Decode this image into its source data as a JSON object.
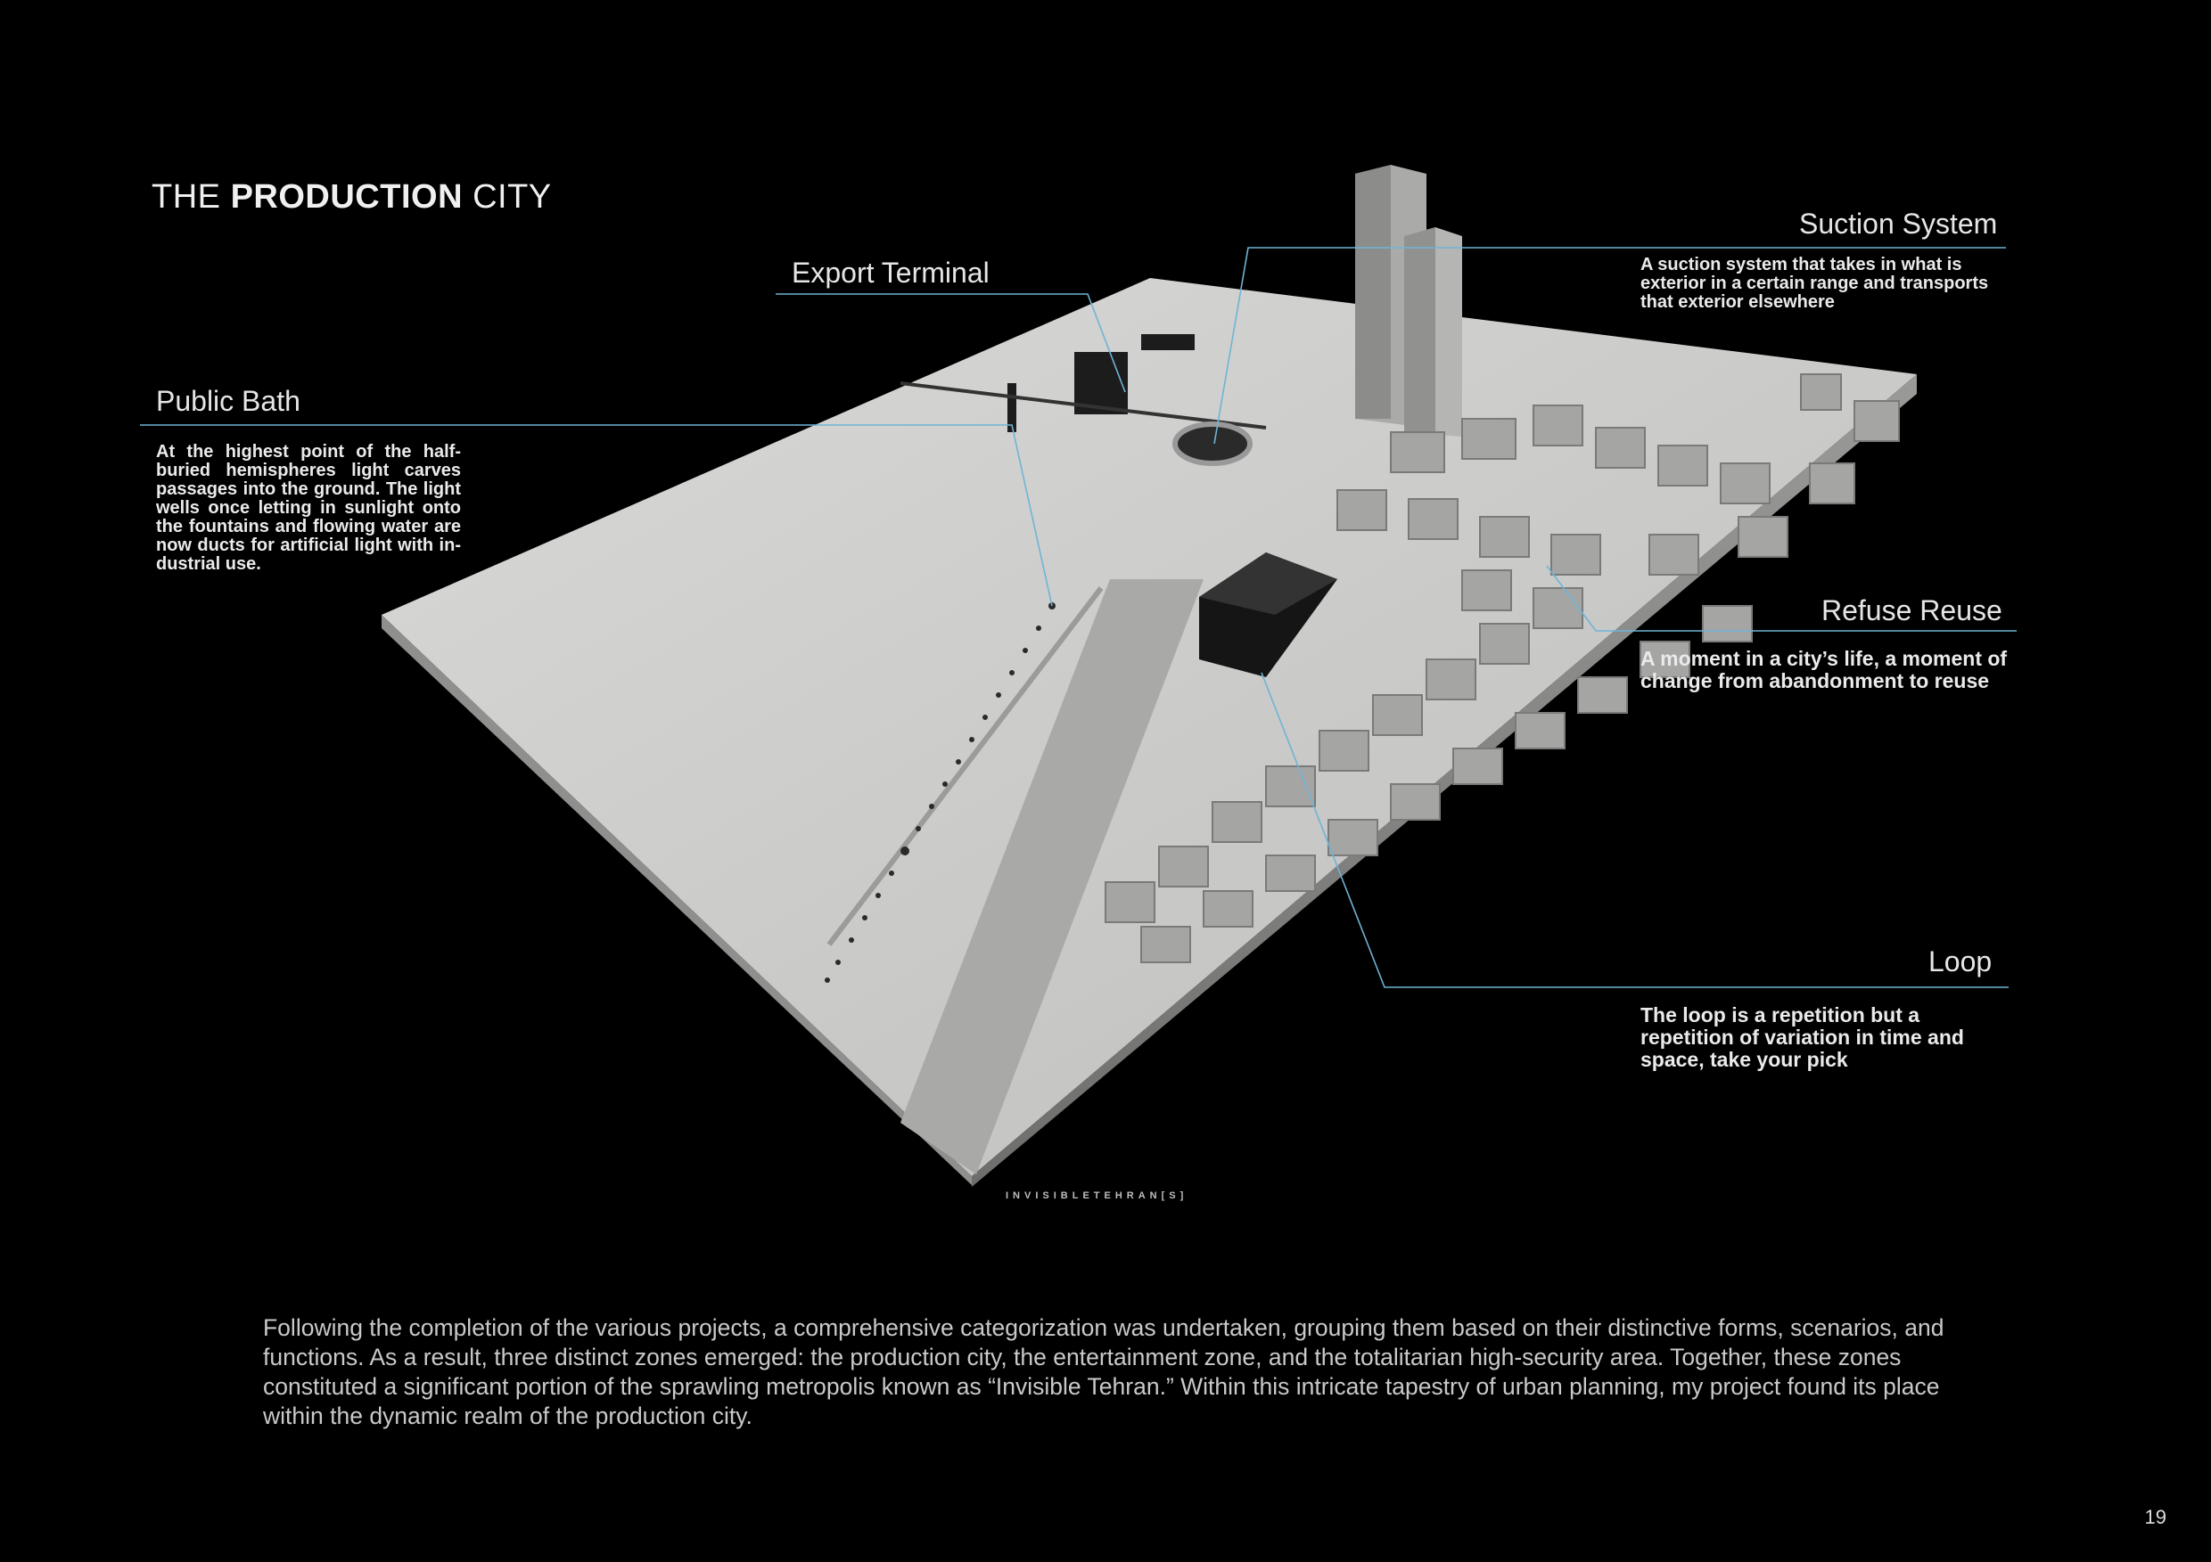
{
  "title": {
    "prefix": "THE ",
    "bold": "PRODUCTION",
    "suffix": " CITY"
  },
  "callouts": {
    "export_terminal": {
      "title": "Export Terminal"
    },
    "public_bath": {
      "title": "Public Bath",
      "desc": "At the highest point of the half-buried hemispheres light carves passages into the ground. The light wells once letting in sunlight onto the fountains and flowing water are now ducts for artificial light with in-dustrial use."
    },
    "suction_system": {
      "title": "Suction System",
      "desc": "A suction system that takes in what is exterior in a certain range and transports that exterior elsewhere"
    },
    "refuse_reuse": {
      "title": "Refuse Reuse",
      "desc": "A moment in a city’s life, a moment of change from abandonment to reuse"
    },
    "loop": {
      "title": "Loop",
      "desc": "The loop is a repetition but a repetition of variation in time and space, take your pick"
    }
  },
  "watermark": "INVISIBLETEHRAN[S]",
  "body": "Following the completion of the various projects, a comprehensive categorization was undertaken, grouping them based on their distinctive forms, scenarios, and functions. As a result, three distinct zones emerged: the production city, the entertainment zone, and the totalitarian high-security area. Together, these zones constituted a significant portion of the sprawling metropolis known as “Invisible Tehran.” Within this intricate tapestry of urban planning, my project found its place within the dynamic realm of the production city.",
  "page_number": "19",
  "colors": {
    "background": "#000000",
    "leader_line": "#6fb4d6",
    "model_light": "#c8c8c6",
    "model_shadow": "#8a8a88"
  }
}
